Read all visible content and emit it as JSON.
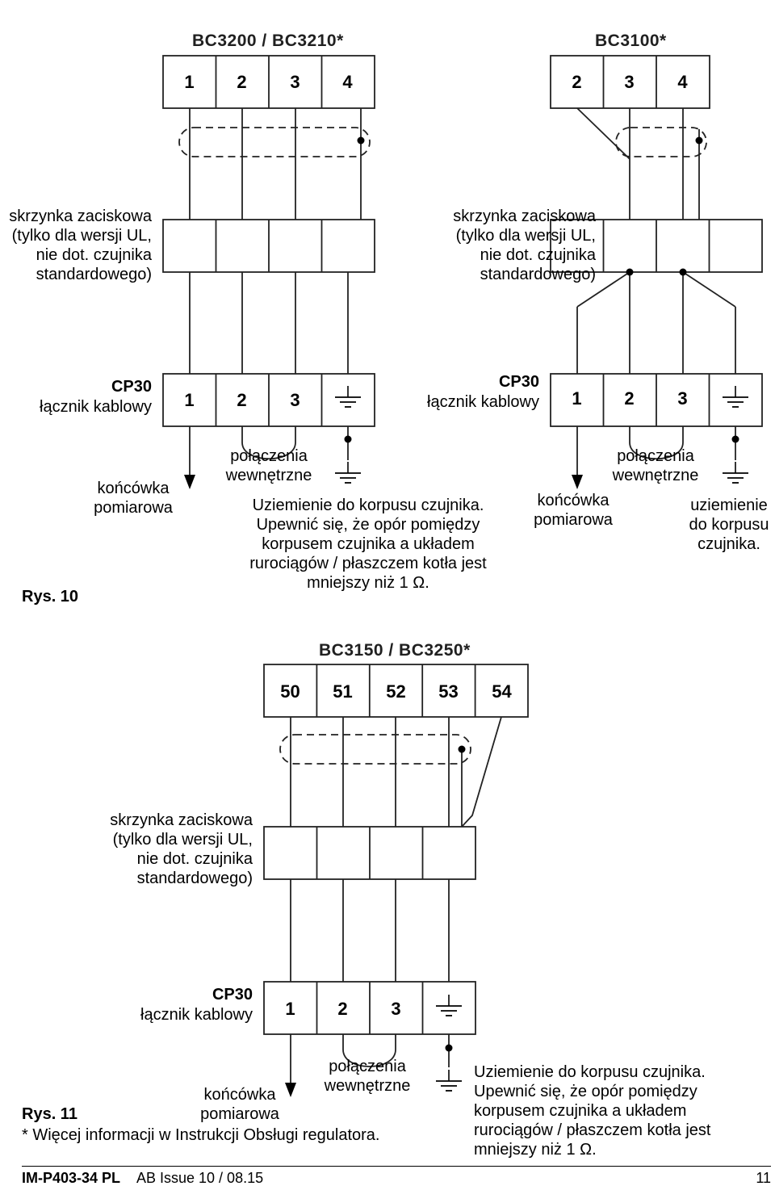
{
  "diagram1": {
    "model": "BC3200 / BC3210*",
    "header_terminals": [
      "1",
      "2",
      "3",
      "4"
    ],
    "junction_label": "skrzynka zaciskowa\n(tylko dla wersji UL,\nnie dot. czujnika\nstandardowego)",
    "connector_title": "CP30",
    "connector_sub": "łącznik kablowy",
    "connector_terminals": [
      "1",
      "2",
      "3"
    ],
    "probe_label": "końcówka\npomiarowa",
    "internal_label": "połączenia\nwewnętrzne",
    "ground_note": "Uziemienie do korpusu czujnika.\nUpewnić się, że opór pomiędzy\nkorpusem czujnika a układem\nrurociągów / płaszczem kotła jest\nmniejszy niż 1 Ω.",
    "figure": "Rys. 10"
  },
  "diagram2": {
    "model": "BC3100*",
    "header_terminals": [
      "2",
      "3",
      "4"
    ],
    "junction_label": "skrzynka zaciskowa\n(tylko dla wersji UL,\nnie dot. czujnika\nstandardowego)",
    "connector_title": "CP30",
    "connector_sub": "łącznik kablowy",
    "connector_terminals": [
      "1",
      "2",
      "3"
    ],
    "probe_label": "końcówka\npomiarowa",
    "internal_label": "połączenia\nwewnętrzne",
    "ground_note": "uziemienie\ndo korpusu\nczujnika."
  },
  "diagram3": {
    "model": "BC3150 / BC3250*",
    "header_terminals": [
      "50",
      "51",
      "52",
      "53",
      "54"
    ],
    "junction_label": "skrzynka zaciskowa\n(tylko dla wersji UL,\nnie dot. czujnika\nstandardowego)",
    "connector_title": "CP30",
    "connector_sub": "łącznik kablowy",
    "connector_terminals": [
      "1",
      "2",
      "3"
    ],
    "probe_label": "końcówka\npomiarowa",
    "internal_label": "połączenia\nwewnętrzne",
    "ground_note": "Uziemienie do korpusu czujnika.\nUpewnić się, że opór pomiędzy\nkorpusem czujnika a układem\nrurociągów / płaszczem kotła jest\nmniejszy niż 1 Ω.",
    "figure": "Rys. 11",
    "footnote": "* Więcej informacji w Instrukcji Obsługi regulatora."
  },
  "footer": {
    "doc_code": "IM-P403-34 PL",
    "issue": "AB Issue 10 / 08.15",
    "page": "11"
  }
}
